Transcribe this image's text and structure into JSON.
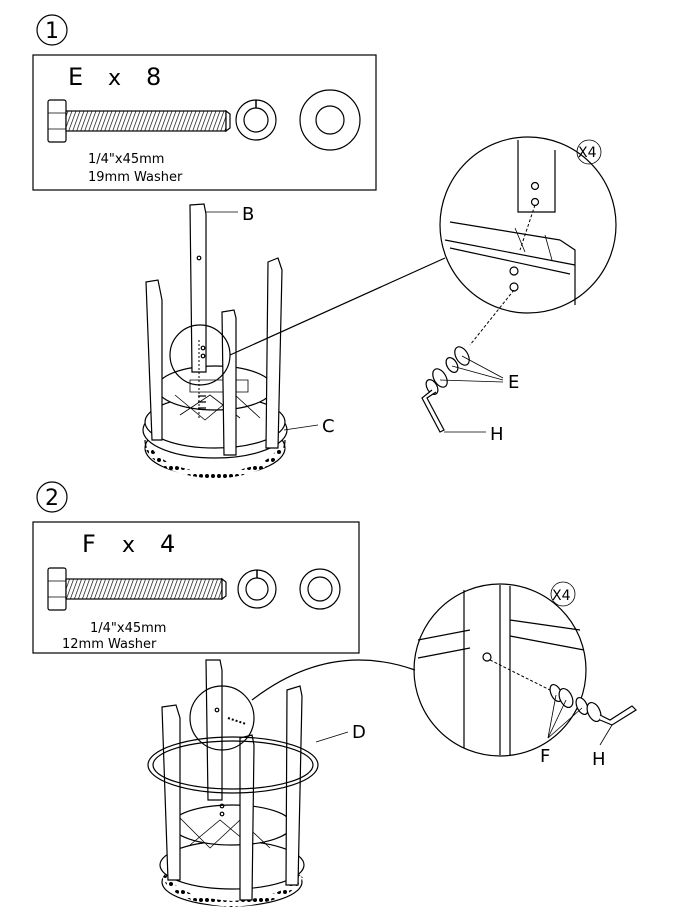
{
  "steps": [
    {
      "number": "1",
      "part_code": "E",
      "multiplier": "x",
      "quantity": "8",
      "bolt_spec": "1/4\"x45mm",
      "washer_spec": "19mm Washer",
      "detail_multiplier": "X4",
      "labels": {
        "leg": "B",
        "ring": "C",
        "bolt": "E",
        "key": "H"
      }
    },
    {
      "number": "2",
      "part_code": "F",
      "multiplier": "x",
      "quantity": "4",
      "bolt_spec": "1/4\"x45mm",
      "washer_spec": "12mm Washer",
      "detail_multiplier": "X4",
      "labels": {
        "ring": "D",
        "bolt": "F",
        "key": "H"
      }
    }
  ]
}
